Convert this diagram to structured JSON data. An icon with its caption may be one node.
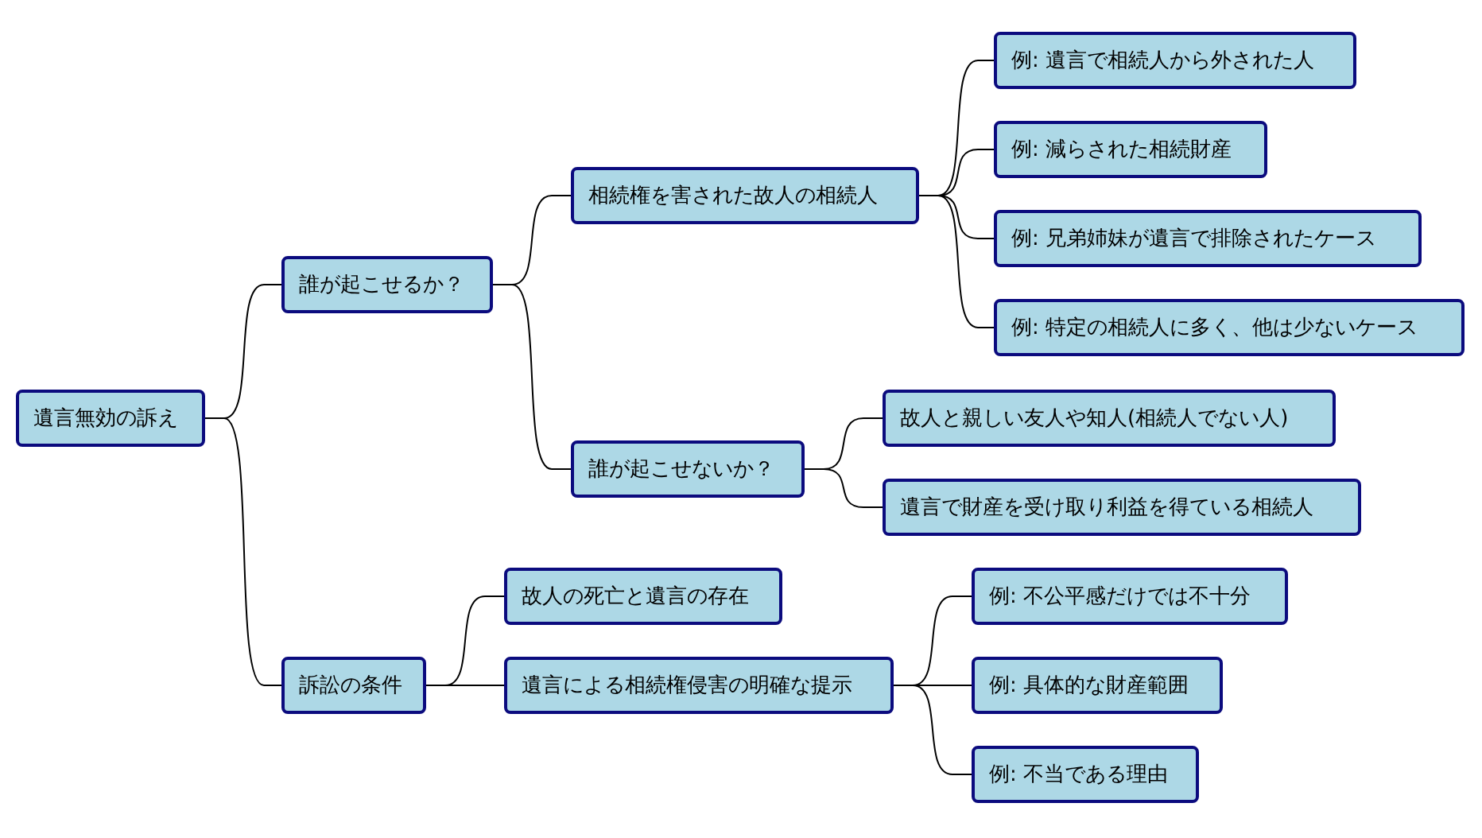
{
  "diagram": {
    "nodes": [
      {
        "text": [
          "遺言無効の訴え"
        ]
      },
      {
        "text": [
          "誰が起こせるか？"
        ]
      },
      {
        "text": [
          "相続権を害された故人の相続人"
        ]
      },
      {
        "text": [
          "例: 遺言で相続人から外された人"
        ]
      },
      {
        "text": [
          "例: 減らされた相続財産"
        ]
      },
      {
        "text": [
          "例: 兄弟姉妹が遺言で排除されたケース"
        ]
      },
      {
        "text": [
          "例: 特定の相続人に多く、他は少ないケース"
        ]
      },
      {
        "text": [
          "誰が起こせないか？"
        ]
      },
      {
        "text": [
          "故人と親しい友人や知人(相続人でない人)"
        ]
      },
      {
        "text": [
          "遺言で財産を受け取り利益を得ている相続人"
        ]
      },
      {
        "text": [
          "訴訟の条件"
        ]
      },
      {
        "text": [
          "故人の死亡と遺言の存在"
        ]
      },
      {
        "text": [
          "遺言による相続権侵害の明確な提示"
        ]
      },
      {
        "text": [
          "例: 不公平感だけでは不十分"
        ]
      },
      {
        "text": [
          "例: 具体的な財産範囲"
        ]
      },
      {
        "text": [
          "例: 不当である理由"
        ]
      }
    ],
    "edges": [
      {
        "from": 0,
        "to": 1,
        "arrow": "none"
      },
      {
        "from": 1,
        "to": 2,
        "arrow": "none"
      },
      {
        "from": 2,
        "to": 3,
        "arrow": "none"
      },
      {
        "from": 2,
        "to": 4,
        "arrow": "none"
      },
      {
        "from": 2,
        "to": 5,
        "arrow": "none"
      },
      {
        "from": 2,
        "to": 6,
        "arrow": "none"
      },
      {
        "from": 1,
        "to": 7,
        "arrow": "none"
      },
      {
        "from": 7,
        "to": 8,
        "arrow": "none"
      },
      {
        "from": 7,
        "to": 9,
        "arrow": "none"
      },
      {
        "from": 0,
        "to": 10,
        "arrow": "none"
      },
      {
        "from": 10,
        "to": 11,
        "arrow": "none"
      },
      {
        "from": 10,
        "to": 12,
        "arrow": "none"
      },
      {
        "from": 12,
        "to": 13,
        "arrow": "none"
      },
      {
        "from": 12,
        "to": 14,
        "arrow": "none"
      },
      {
        "from": 12,
        "to": 15,
        "arrow": "none"
      }
    ]
  }
}
